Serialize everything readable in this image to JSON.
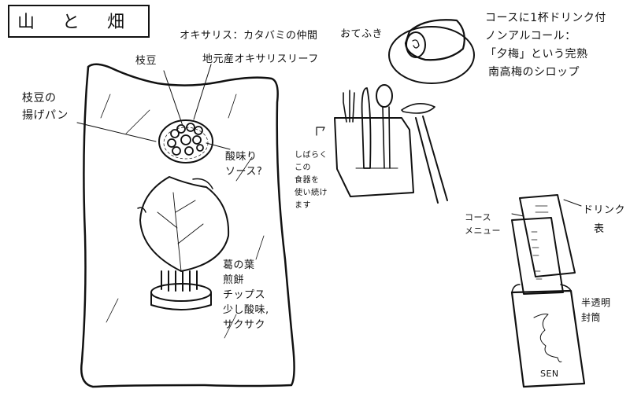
{
  "title": "山 と 畑",
  "labels": {
    "oxalis_note": "オキサリス：カタバミの仲間",
    "edamame": "枝豆",
    "oxalis_leaf": "地元産オキサリスリーフ",
    "fried_bread": [
      "枝豆の",
      "揚げパン"
    ],
    "sauce": [
      "酸味り",
      "ソース?"
    ],
    "kuzu_chips": [
      "葛の葉",
      "煎餅",
      "チップス",
      "少し酸味,",
      "サクサク"
    ],
    "oshibori": "おてふき",
    "drink_note": [
      "コースに1杯ドリンク付",
      "ノンアルコール：",
      "「夕梅」という完熟",
      "南高梅のシロップ"
    ],
    "cutlery_note": [
      "しばらく",
      "この",
      "食器を",
      "使い続け",
      "ます"
    ],
    "course_menu": [
      "コース",
      "メニュー"
    ],
    "drink_list": [
      "ドリンク",
      "表"
    ],
    "envelope": [
      "半透明",
      "封筒"
    ],
    "envelope_logo": "SEN"
  }
}
